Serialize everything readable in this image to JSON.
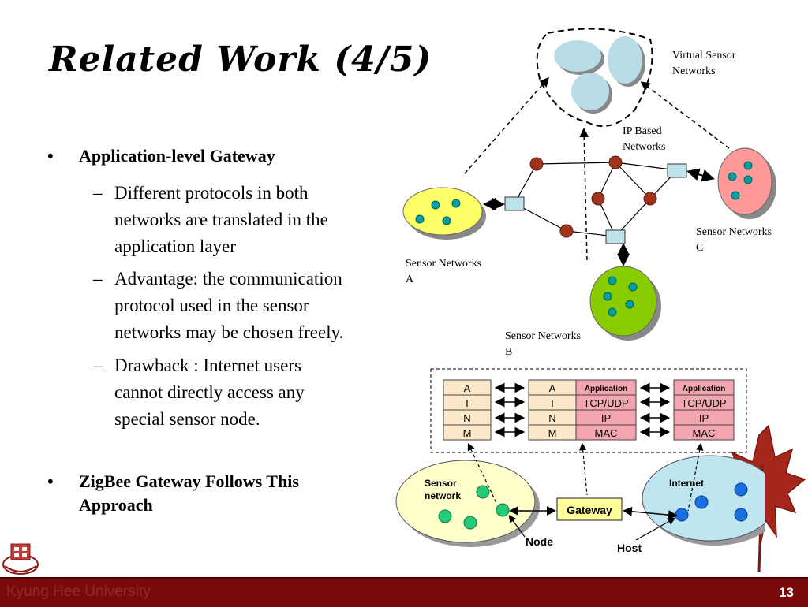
{
  "slide": {
    "title": "Related Work (4/5)",
    "bullets": [
      {
        "bullet": "•",
        "text": "Application-level Gateway"
      },
      {
        "bullet": "•",
        "text": "ZigBee Gateway Follows This",
        "text2": "Approach"
      }
    ],
    "subbullets": [
      {
        "dash": "–",
        "lines": [
          "Different protocols in both",
          "networks are translated in the",
          "application layer"
        ]
      },
      {
        "dash": "–",
        "lines": [
          "Advantage: the communication",
          "protocol used in the sensor",
          "networks may be chosen freely."
        ]
      },
      {
        "dash": "–",
        "lines": [
          "Drawback : Internet users",
          "cannot directly access any",
          "special sensor node."
        ]
      }
    ]
  },
  "diagram_top": {
    "virtual_label": [
      "Virtual Sensor",
      "Networks"
    ],
    "ip_label": [
      "IP Based",
      "Networks"
    ],
    "sensor_a": [
      "Sensor Networks",
      "A"
    ],
    "sensor_b": [
      "Sensor Networks",
      "B"
    ],
    "sensor_c": [
      "Sensor Networks",
      "C"
    ]
  },
  "diagram_bottom": {
    "stack_left": [
      "A",
      "T",
      "N",
      "M"
    ],
    "stack_gw_left": [
      "A",
      "T",
      "N",
      "M"
    ],
    "stack_gw_right": [
      "Application",
      "TCP/UDP",
      "IP",
      "MAC"
    ],
    "stack_host": [
      "Application",
      "TCP/UDP",
      "IP",
      "MAC"
    ],
    "sensor_network_label": [
      "Sensor",
      "network"
    ],
    "internet_label": "Internet",
    "gateway_label": "Gateway",
    "node_label": "Node",
    "host_label": "Host"
  },
  "footer": {
    "university": "Kyung Hee University",
    "page_number": "13"
  },
  "colors": {
    "footer_bg": "#7a0a0a",
    "cloud_yellow": "#ffff66",
    "cloud_pink": "#ff9999",
    "cloud_green": "#88cc00",
    "cloud_blue": "#a8d8e8",
    "node_teal": "#00a0a0",
    "router_brown": "#a0341c",
    "stack_pink": "#f4a6b0",
    "stack_tan": "#fde9c9",
    "gateway_yellow": "#ffff99",
    "host_blue": "#1a6fe0"
  }
}
